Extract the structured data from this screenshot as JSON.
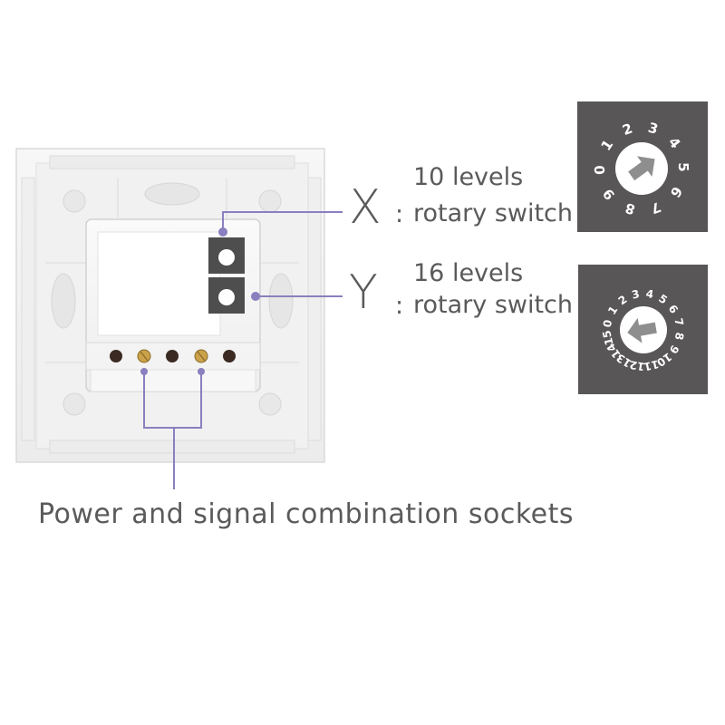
{
  "labels": {
    "x_letter": "X",
    "x_colon": ":",
    "x_levels": "10 levels",
    "x_type": "rotary switch",
    "y_letter": "Y",
    "y_colon": ":",
    "y_levels": "16 levels",
    "y_type": "rotary switch",
    "sockets_caption": "Power and signal combination sockets"
  },
  "dial_x": {
    "positions": [
      "0",
      "1",
      "2",
      "3",
      "4",
      "5",
      "6",
      "7",
      "8",
      "9"
    ]
  },
  "dial_y": {
    "positions": [
      "0",
      "1",
      "2",
      "3",
      "4",
      "5",
      "6",
      "7",
      "8",
      "9",
      "10",
      "11",
      "12",
      "13",
      "14",
      "15"
    ]
  },
  "colors": {
    "accent": "#8a7fbf",
    "dial_panel": "#585656",
    "device_body": "#f4f4f4",
    "terminal_brass": "#c9a24a",
    "text": "#5a5a5a"
  }
}
